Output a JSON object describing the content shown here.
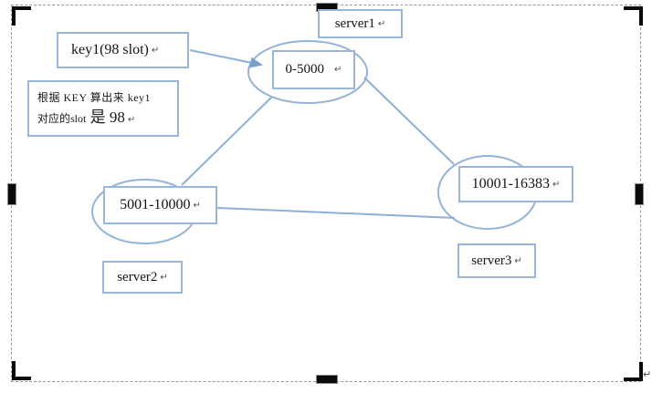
{
  "diagram": {
    "pilcrow": "↵",
    "accent_color": "#95B3D7",
    "nodes": {
      "key1": "key1(98 slot)",
      "server1": "server1",
      "server2": "server2",
      "server3": "server3",
      "slot_range_1": "0-5000",
      "slot_range_2": "5001-10000",
      "slot_range_3": "10001-16383"
    },
    "note": {
      "line1": "根据 KEY 算出来 key1",
      "line2_small": "对应的slot",
      "line2_large": " 是 98"
    },
    "edges": [
      {
        "from": "key1",
        "to": "slot_range_1",
        "type": "arrow"
      },
      {
        "from": "slot_range_1",
        "to": "slot_range_2",
        "type": "line"
      },
      {
        "from": "slot_range_1",
        "to": "slot_range_3",
        "type": "line"
      },
      {
        "from": "slot_range_2",
        "to": "slot_range_3",
        "type": "line"
      }
    ]
  }
}
